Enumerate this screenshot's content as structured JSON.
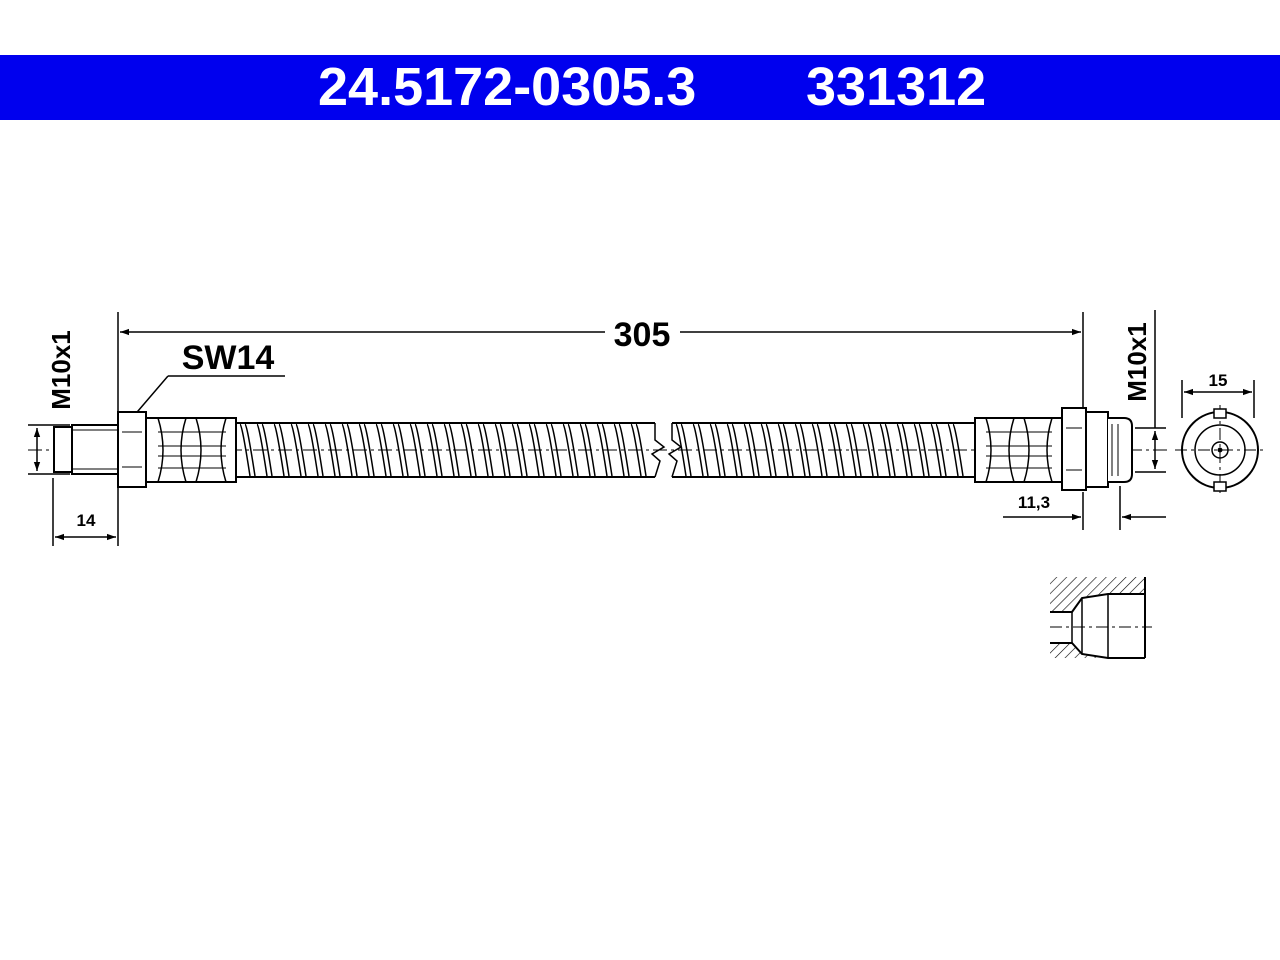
{
  "header": {
    "part_number": "24.5172-0305.3",
    "ref_number": "331312",
    "background_color": "#0000ee",
    "text_color": "#ffffff"
  },
  "dimensions": {
    "overall_length": "305",
    "thread_left": "M10x1",
    "thread_right": "M10x1",
    "wrench_size": "SW14",
    "thread_length_left": "14",
    "thread_length_right": "11,3",
    "end_diameter": "15"
  }
}
